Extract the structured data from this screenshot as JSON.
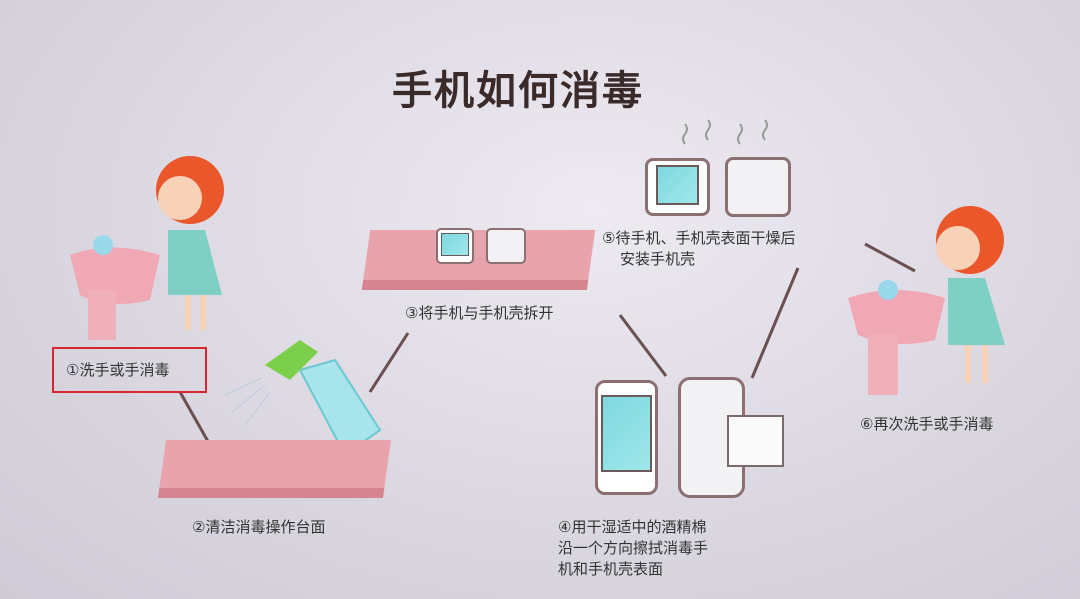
{
  "title": "手机如何消毒",
  "steps": [
    {
      "label": "①洗手或手消毒"
    },
    {
      "label": "②清洁消毒操作台面"
    },
    {
      "label": "③将手机与手机壳拆开"
    },
    {
      "label_lines": [
        "④用干湿适中的酒精棉",
        "沿一个方向擦拭消毒手",
        "机和手机壳表面"
      ]
    },
    {
      "label_lines": [
        "⑤待手机、手机壳表面干燥后",
        "安装手机壳"
      ]
    },
    {
      "label": "⑥再次洗手或手消毒"
    }
  ],
  "colors": {
    "highlight": "#d8262e",
    "slab": "#e8a3ac",
    "screen": "#7fd8e0"
  }
}
